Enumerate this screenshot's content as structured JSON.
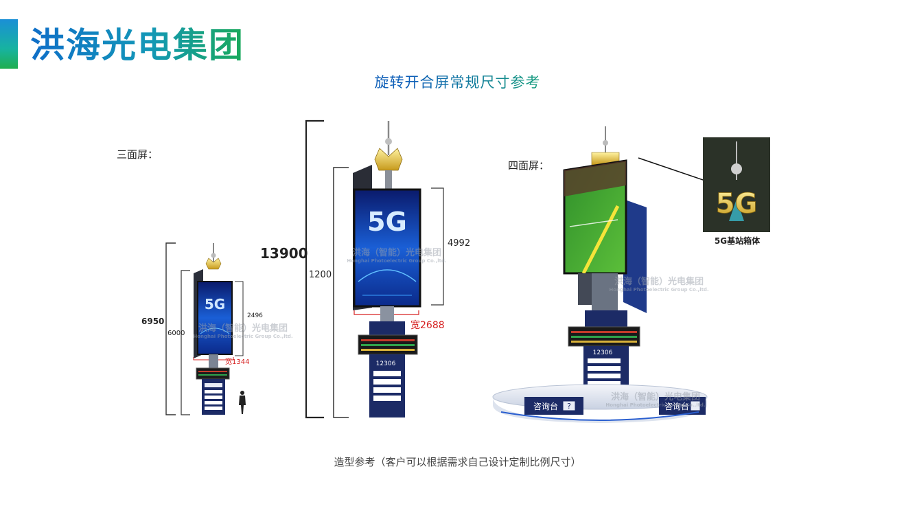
{
  "header": {
    "brand": "洪海光电集团",
    "subtitle": "旋转开合屏常规尺寸参考"
  },
  "three_face": {
    "label": "三面屏：",
    "dim_total": "6950",
    "dim_body": "6000",
    "dim_screen": "2496",
    "dim_width": "宽1344"
  },
  "middle": {
    "dim_total": "13900",
    "dim_body": "1200",
    "dim_screen": "4992",
    "dim_width": "宽2688"
  },
  "four_face": {
    "label": "四面屏：",
    "box_caption": "5G基站箱体"
  },
  "screen_text": {
    "logo_5g": "5G",
    "phone": "12306",
    "desk": "咨询台",
    "watermark_cn": "洪海（智能）光电集团",
    "watermark_en": "Honghai Photoelectric Group Co.,ltd."
  },
  "footer": {
    "caption": "造型参考（客户可以根据需求自己设计定制比例尺寸）"
  },
  "colors": {
    "accent_blue": "#0f6ec8",
    "accent_green": "#1aa95a",
    "dimension_red": "#d62020",
    "cabinet_navy": "#1c2b66"
  }
}
